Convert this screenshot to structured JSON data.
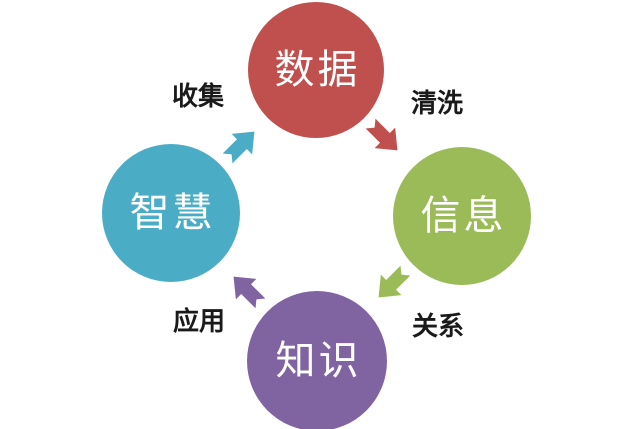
{
  "diagram": {
    "type": "cycle",
    "background": "#ffffff",
    "label_color": "#1a1a1a",
    "node_text_color": "#ffffff",
    "nodes": [
      {
        "id": "data",
        "label": "数据",
        "color": "#C0504D"
      },
      {
        "id": "information",
        "label": "信息",
        "color": "#9BBB59"
      },
      {
        "id": "knowledge",
        "label": "知识",
        "color": "#8064A2"
      },
      {
        "id": "wisdom",
        "label": "智慧",
        "color": "#4BACC6"
      }
    ],
    "edges": [
      {
        "from": "智慧",
        "to": "数据",
        "label": "收集",
        "color": "#4BACC6",
        "direction": "up-right"
      },
      {
        "from": "数据",
        "to": "信息",
        "label": "清洗",
        "color": "#C0504D",
        "direction": "down-right"
      },
      {
        "from": "信息",
        "to": "知识",
        "label": "关系",
        "color": "#9BBB59",
        "direction": "down-left"
      },
      {
        "from": "知识",
        "to": "智慧",
        "label": "应用",
        "color": "#8064A2",
        "direction": "up-left"
      }
    ]
  }
}
